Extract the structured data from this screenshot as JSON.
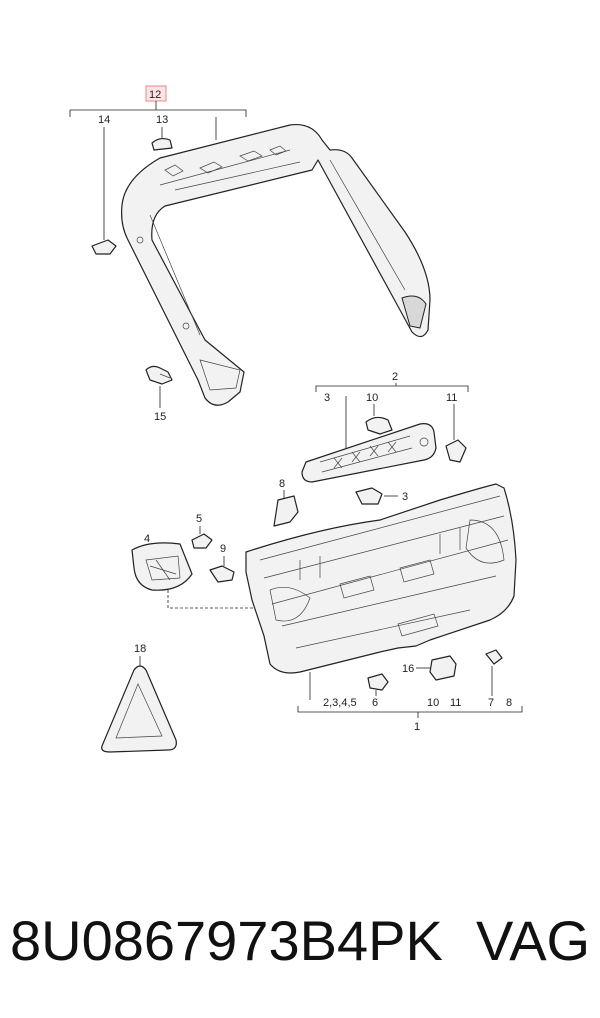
{
  "callouts": {
    "c12": "12",
    "c13": "13",
    "c14": "14",
    "c15": "15",
    "c2": "2",
    "c3a": "3",
    "c10a": "10",
    "c11a": "11",
    "c3b": "3",
    "c8a": "8",
    "c5": "5",
    "c4": "4",
    "c9": "9",
    "c18": "18",
    "c16": "16",
    "c2345": "2,3,4,5",
    "c6": "6",
    "c10b": "10",
    "c11b": "11",
    "c7": "7",
    "c8b": "8",
    "c1": "1"
  },
  "highlight_color": "#e88a8a",
  "footer": {
    "part_number": "8U0867973B4PK",
    "brand": "VAG"
  }
}
